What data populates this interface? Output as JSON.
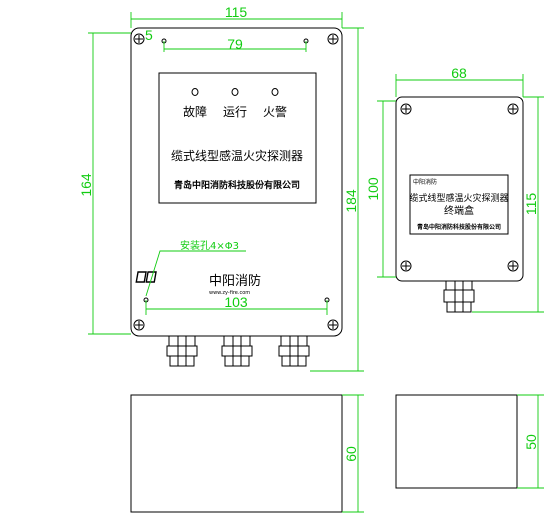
{
  "main_box": {
    "dims": {
      "width": "115",
      "height_outer": "184",
      "height_inner": "164",
      "hole_spacing_top": "79",
      "hole_spacing_bottom": "103",
      "corner_radius": "5"
    },
    "hole_note": "安装孔4×Φ3",
    "panel": {
      "indicators": [
        "故障",
        "运行",
        "火警"
      ],
      "product_name": "缆式线型感温火灾探测器",
      "company": "青岛中阳消防科技股份有限公司"
    },
    "logo": {
      "mark": "中阳",
      "text": "中阳消防",
      "url": "www.zy-fire.com"
    }
  },
  "terminal_box": {
    "dims": {
      "width": "68",
      "height_inner": "100",
      "height_outer": "115"
    },
    "panel": {
      "small_text": "中阳消防",
      "product_name": "缆式线型感温火灾探测器",
      "title": "终端盒",
      "company": "青岛中阳消防科技股份有限公司"
    }
  },
  "side_views": {
    "main_depth": "60",
    "terminal_depth": "50"
  }
}
